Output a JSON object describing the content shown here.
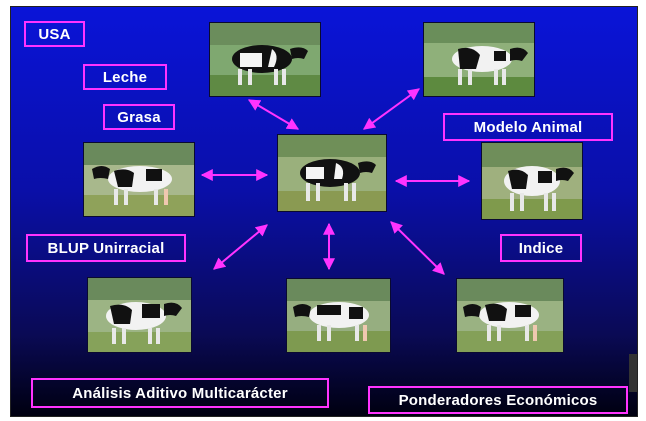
{
  "labels": {
    "usa": "USA",
    "leche": "Leche",
    "grasa": "Grasa",
    "modelo_animal": "Modelo Animal",
    "blup": "BLUP Unirracial",
    "indice": "Indice",
    "analisis": "Análisis  Aditivo Multicarácter",
    "ponderadores": "Ponderadores Económicos"
  },
  "colors": {
    "background_top": "#0a14d8",
    "background_bottom": "#000010",
    "label_border": "#ff33ff",
    "arrow": "#ff33ff",
    "text": "#ffffff"
  },
  "images": [
    "holstein-cow-top-left",
    "holstein-cow-top-right",
    "holstein-cow-center",
    "holstein-cow-left",
    "holstein-cow-right",
    "holstein-cow-bottom-left",
    "holstein-cow-bottom-center",
    "holstein-cow-bottom-right"
  ]
}
